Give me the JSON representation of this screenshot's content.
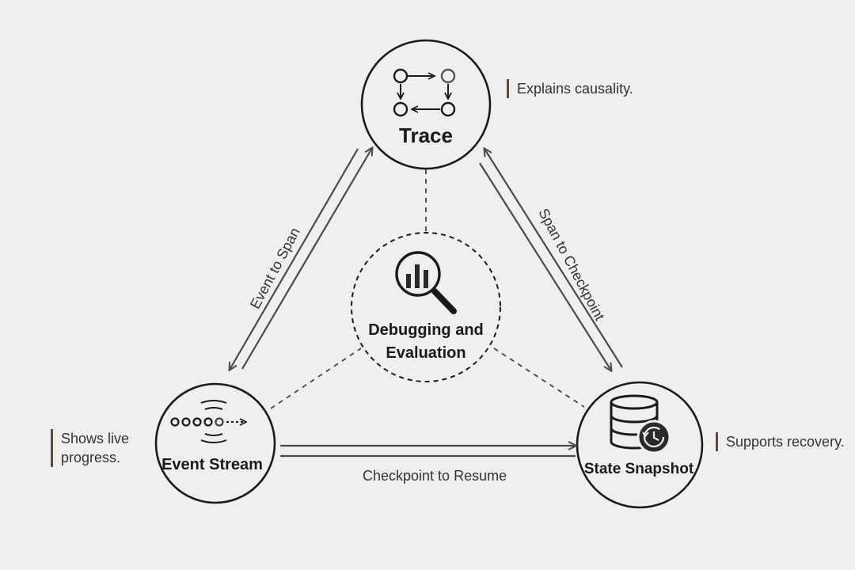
{
  "nodes": {
    "trace": {
      "title": "Trace",
      "icon": "trace-graph-icon",
      "note": "Explains causality."
    },
    "hub": {
      "title": "Debugging and Evaluation",
      "icon": "magnifier-chart-icon"
    },
    "event_stream": {
      "title": "Event Stream",
      "icon": "event-stream-icon",
      "note": "Shows live progress."
    },
    "state_snapshot": {
      "title": "State Snapshot",
      "icon": "database-history-icon",
      "note": "Supports recovery."
    }
  },
  "edges": {
    "event_to_span": "Event to Span",
    "span_to_checkpoint": "Span to Checkpoint",
    "checkpoint_to_resume": "Checkpoint to Resume"
  },
  "colors": {
    "background": "#efefef",
    "stroke": "#1a1a1a",
    "arrow": "#4a4a4a",
    "accent": "#5a4a46"
  }
}
